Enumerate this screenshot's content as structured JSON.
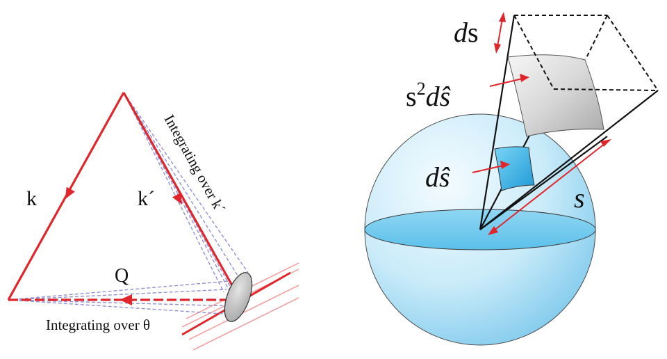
{
  "left_panel": {
    "label_k": "k",
    "label_k_prime": "k´",
    "label_Q": "Q",
    "label_integrating_k_prime": "Integrating over k´",
    "label_integrating_theta": "Integrating over θ"
  },
  "right_panel": {
    "label_ds_d": "d",
    "label_ds_s": "s",
    "label_s2_base": "s",
    "label_s2_exp": "2",
    "label_s2_d": "d",
    "label_s2_shat": "ŝ",
    "label_dshat_d": "d",
    "label_dshat_shat": "ŝ",
    "label_s": "s"
  },
  "colors": {
    "vector_red": "#e0252b",
    "light_red": "#f09a9a",
    "dashed_purple": "#8f8fd6",
    "sphere_blue": "#bfe6f7",
    "patch_blue": "#2bb3e6",
    "surface_gray": "#d9d9d9"
  }
}
